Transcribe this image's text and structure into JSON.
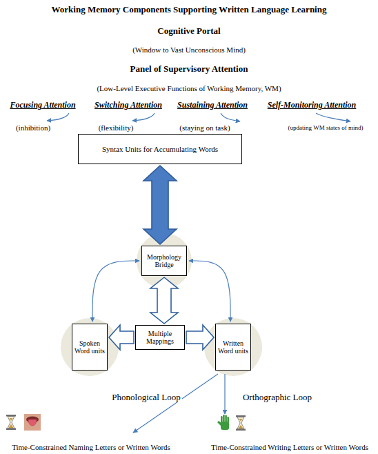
{
  "diagram": {
    "title": "Working Memory Components Supporting Written Language Learning",
    "nodes": [
      {
        "text": [
          "Syntax Units for Accumulating Words"
        ]
      },
      {
        "text": [
          "Morphology Bridge"
        ]
      },
      {
        "text": [
          "Spoken Word units"
        ]
      },
      {
        "text": [
          "Multiple Mappings"
        ]
      },
      {
        "text": [
          "Written Word units"
        ]
      }
    ],
    "edges": [
      {
        "from": 0,
        "to": 1,
        "arrow": "both"
      },
      {
        "from": 1,
        "to": 3,
        "arrow": "both"
      },
      {
        "from": 1,
        "to": 2,
        "arrow": "both"
      },
      {
        "from": 1,
        "to": 4,
        "arrow": "both"
      },
      {
        "from": 3,
        "to": 2,
        "arrow": "to"
      },
      {
        "from": 3,
        "to": 4,
        "arrow": "to"
      }
    ],
    "labels": [
      "Cognitive Portal",
      "(Window to Vast Unconscious Mind)",
      "Panel of Supervisory Attention",
      "(Low-Level Executive Functions of Working Memory, WM)",
      "Focusing Attention",
      "Switching Attention",
      "Sustaining Attention",
      "Self-Monitoring Attention",
      "(inhibition)",
      "(flexibility)",
      "(staying on task)",
      "(updating WM states of mind)",
      "Phonological Loop",
      "Orthographic Loop",
      "Time-Constrained Naming Letters or Written Words",
      "Time-Constrained Writing Letters or Written Words"
    ]
  }
}
